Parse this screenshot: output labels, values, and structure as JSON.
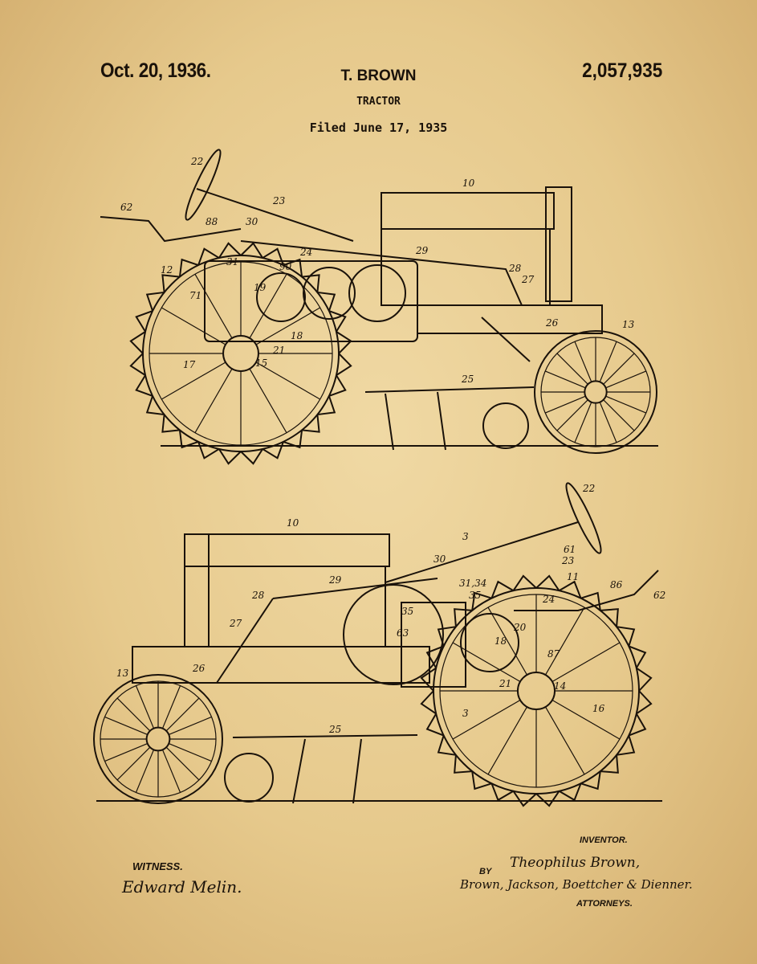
{
  "header": {
    "date": "Oct. 20, 1936.",
    "inventor": "T. BROWN",
    "patent_number": "2,057,935",
    "title": "TRACTOR",
    "filed": "Filed June 17, 1935"
  },
  "figure1": {
    "labels": [
      "22",
      "23",
      "62",
      "88",
      "30",
      "90",
      "24",
      "29",
      "10",
      "28",
      "27",
      "12",
      "31",
      "19",
      "71",
      "18",
      "21",
      "17",
      "15",
      "26",
      "13",
      "25"
    ]
  },
  "figure2": {
    "labels": [
      "10",
      "22",
      "3",
      "30",
      "61",
      "23",
      "11",
      "86",
      "62",
      "29",
      "31,34",
      "35",
      "24",
      "28",
      "27",
      "35",
      "63",
      "20",
      "18",
      "87",
      "13",
      "26",
      "21",
      "14",
      "16",
      "25",
      "3"
    ]
  },
  "footer": {
    "witness_label": "WITNESS.",
    "witness_signature": "Edward Melin.",
    "inventor_label": "INVENTOR.",
    "by_label": "BY",
    "inventor_signature": "Theophilus Brown,",
    "attorneys_signature": "Brown, Jackson, Boettcher & Dienner.",
    "attorneys_label": "ATTORNEYS."
  }
}
